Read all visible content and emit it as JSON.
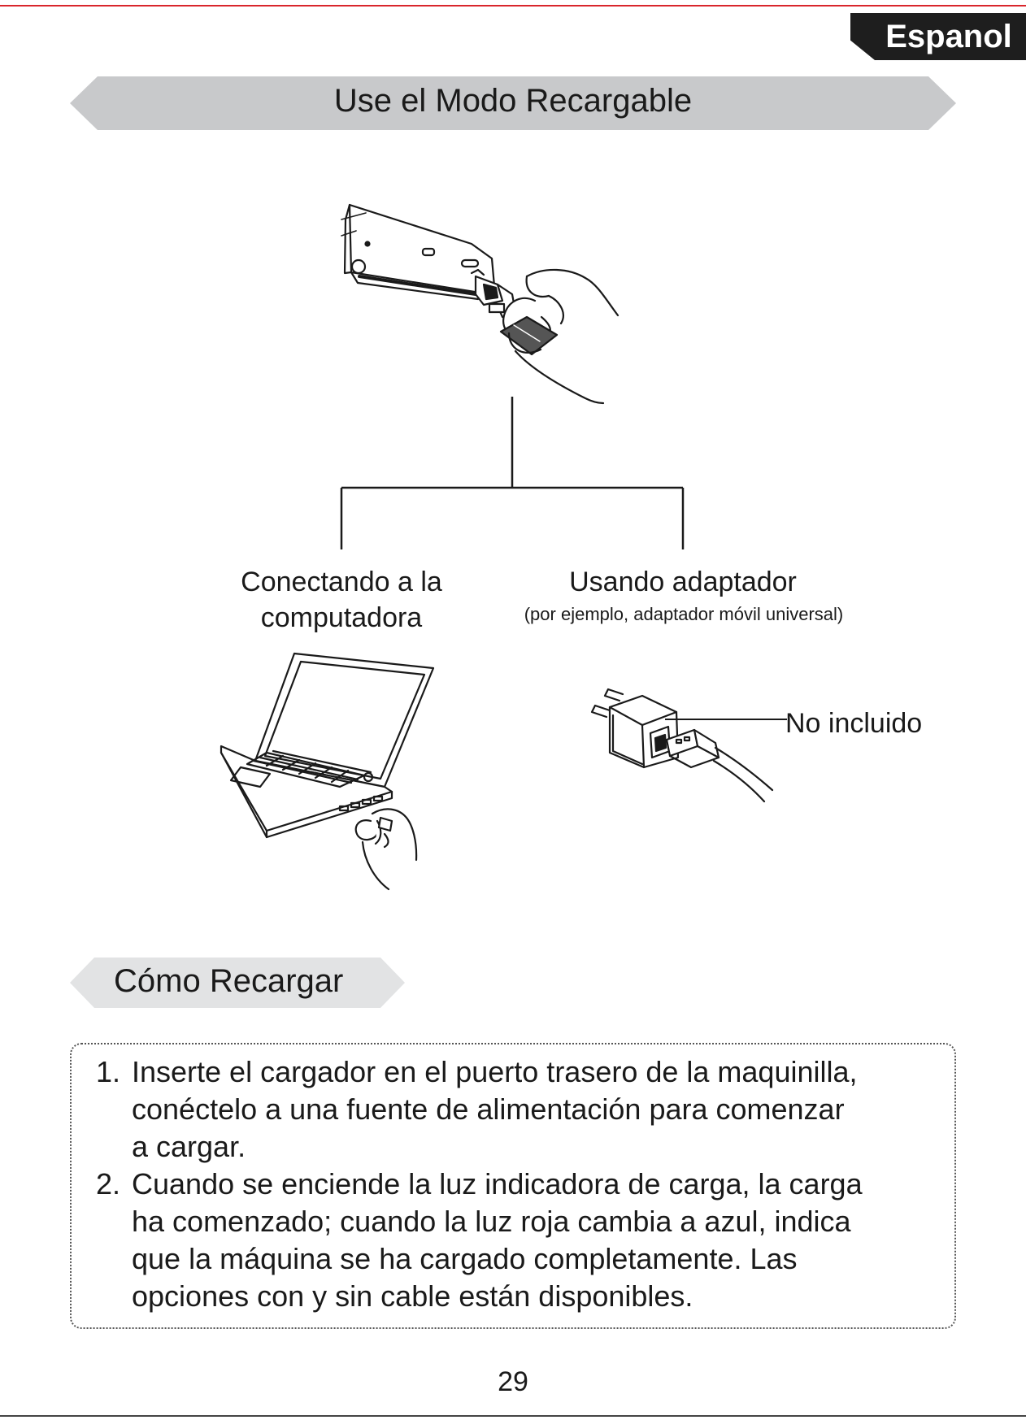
{
  "language_tab": "Espanol",
  "main_title": "Use el Modo Recargable",
  "branches": {
    "computer_line1": "Conectando a la",
    "computer_line2": "computadora",
    "adapter_title": "Usando adaptador",
    "adapter_note": "(por ejemplo, adaptador móvil universal)",
    "adapter_callout": "No incluido"
  },
  "how_to": {
    "title": "Cómo Recargar",
    "steps": [
      {
        "number": "1.",
        "lines": [
          "Inserte el cargador en el puerto trasero de la maquinilla,",
          "conéctelo a una fuente de alimentación para comenzar",
          "a cargar."
        ]
      },
      {
        "number": "2.",
        "lines": [
          "Cuando se enciende la luz indicadora de carga, la carga",
          "ha comenzado; cuando la luz roja cambia a azul, indica",
          "que la máquina se ha cargado completamente. Las",
          "opciones con y sin cable están disponibles."
        ]
      }
    ]
  },
  "page_number": "29"
}
